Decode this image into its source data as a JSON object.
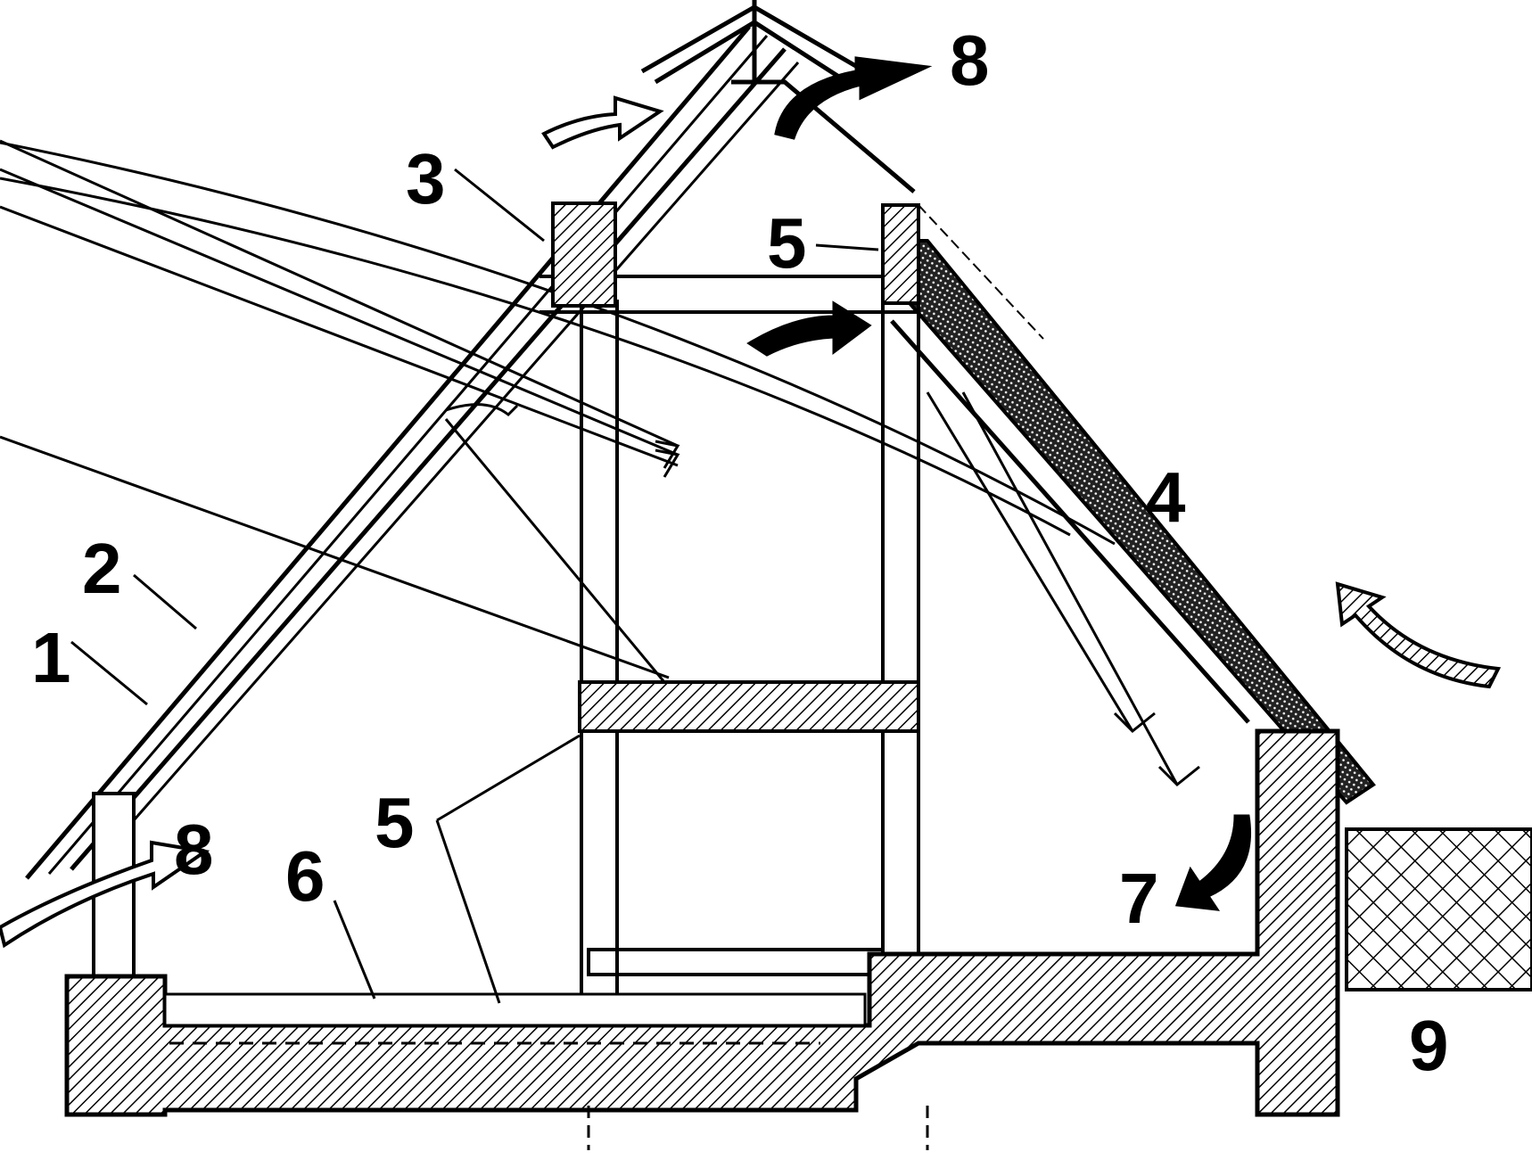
{
  "diagram": {
    "colors": {
      "ink": "#000000",
      "paper": "#ffffff"
    },
    "callouts": {
      "c1": "1",
      "c2": "2",
      "c3": "3",
      "c4": "4",
      "c5_top": "5",
      "c5_bottom": "5",
      "c6": "6",
      "c7": "7",
      "c8_top": "8",
      "c8_left": "8",
      "c9": "9"
    }
  }
}
